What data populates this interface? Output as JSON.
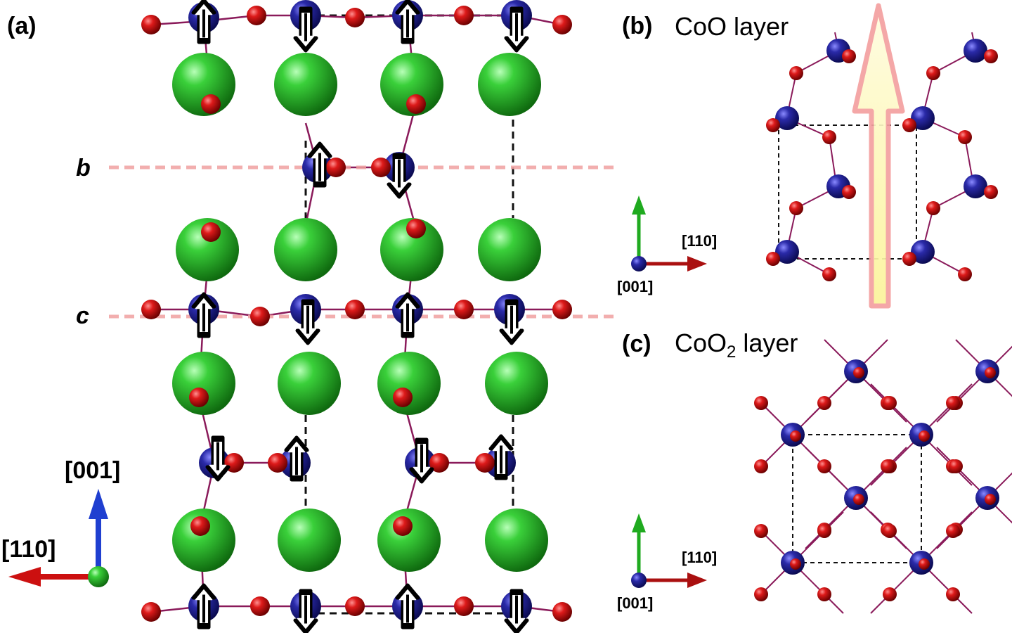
{
  "labels": {
    "panel_a": "(a)",
    "panel_b": "(b)",
    "panel_c": "(c)",
    "title_b": "CoO layer",
    "title_c_prefix": "CoO",
    "title_c_sub": "2",
    "title_c_suffix": " layer",
    "plane_b": "b",
    "plane_c": "c"
  },
  "axes_a": {
    "vertical": "[001]",
    "horizontal": "[110]"
  },
  "axes_b": {
    "horizontal": "[110]",
    "out_of_plane": "[001]"
  },
  "axes_c": {
    "horizontal": "[110]",
    "out_of_plane": "[001]"
  },
  "colors": {
    "co_atom": "#1a1a8a",
    "o_atom": "#cc1111",
    "cation_atom": "#22bb22",
    "bond": "#8a1a5a",
    "plane_line": "#f0a0a0",
    "axis_green": "#1faa1f",
    "axis_blue": "#1f3fd0",
    "axis_red": "#cc1010",
    "big_arrow_fill": "#fdfab0",
    "big_arrow_edge": "#f4a0a0"
  },
  "spins_a": [
    {
      "row": "top",
      "dirs": [
        "up",
        "down",
        "up",
        "down"
      ]
    },
    {
      "row": "b",
      "dirs": [
        "up",
        "down"
      ]
    },
    {
      "row": "c",
      "dirs": [
        "up",
        "down",
        "up",
        "down"
      ]
    },
    {
      "row": "lower",
      "dirs": [
        "down",
        "up",
        "down",
        "up"
      ]
    },
    {
      "row": "bottom",
      "dirs": [
        "up",
        "down",
        "up",
        "down"
      ]
    }
  ]
}
